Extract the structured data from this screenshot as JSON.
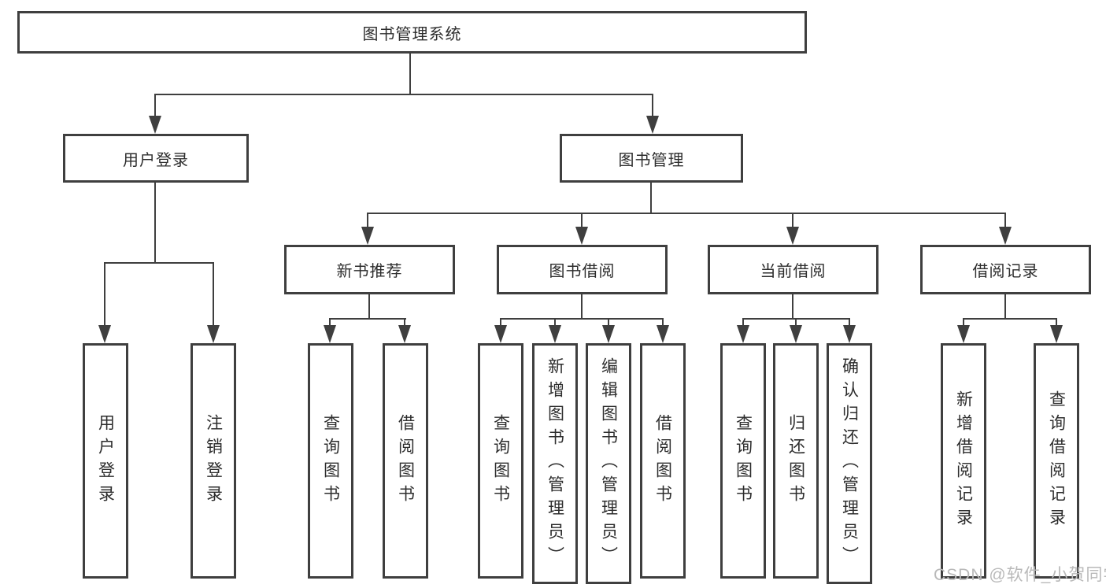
{
  "diagram_type": "tree",
  "colors": {
    "line": "#3f3f3f",
    "border": "#3f3f3f",
    "text": "#2d2d2d",
    "background": "#ffffff",
    "watermark": "#b9b9b9"
  },
  "nodes": {
    "root": {
      "label": "图书管理系统"
    },
    "user_login_group": {
      "label": "用户登录"
    },
    "book_mgmt_group": {
      "label": "图书管理"
    },
    "new_book_rec": {
      "label": "新书推荐"
    },
    "book_borrow": {
      "label": "图书借阅"
    },
    "current_borrow": {
      "label": "当前借阅"
    },
    "borrow_records": {
      "label": "借阅记录"
    },
    "leaf_user_login": {
      "label": "用户登录"
    },
    "leaf_logout": {
      "label": "注销登录"
    },
    "leaf_rec_query": {
      "label": "查询图书"
    },
    "leaf_rec_borrow": {
      "label": "借阅图书"
    },
    "leaf_bb_query": {
      "label": "查询图书"
    },
    "leaf_bb_add": {
      "label": "新增图书（管理员）"
    },
    "leaf_bb_edit": {
      "label": "编辑图书（管理员）"
    },
    "leaf_bb_borrow": {
      "label": "借阅图书"
    },
    "leaf_cb_query": {
      "label": "查询图书"
    },
    "leaf_cb_return": {
      "label": "归还图书"
    },
    "leaf_cb_confirm": {
      "label": "确认归还（管理员）"
    },
    "leaf_br_add": {
      "label": "新增借阅记录"
    },
    "leaf_br_query": {
      "label": "查询借阅记录"
    }
  },
  "edges": [
    [
      "root",
      "user_login_group"
    ],
    [
      "root",
      "book_mgmt_group"
    ],
    [
      "user_login_group",
      "leaf_user_login"
    ],
    [
      "user_login_group",
      "leaf_logout"
    ],
    [
      "book_mgmt_group",
      "new_book_rec"
    ],
    [
      "book_mgmt_group",
      "book_borrow"
    ],
    [
      "book_mgmt_group",
      "current_borrow"
    ],
    [
      "book_mgmt_group",
      "borrow_records"
    ],
    [
      "new_book_rec",
      "leaf_rec_query"
    ],
    [
      "new_book_rec",
      "leaf_rec_borrow"
    ],
    [
      "book_borrow",
      "leaf_bb_query"
    ],
    [
      "book_borrow",
      "leaf_bb_add"
    ],
    [
      "book_borrow",
      "leaf_bb_edit"
    ],
    [
      "book_borrow",
      "leaf_bb_borrow"
    ],
    [
      "current_borrow",
      "leaf_cb_query"
    ],
    [
      "current_borrow",
      "leaf_cb_return"
    ],
    [
      "current_borrow",
      "leaf_cb_confirm"
    ],
    [
      "borrow_records",
      "leaf_br_add"
    ],
    [
      "borrow_records",
      "leaf_br_query"
    ]
  ],
  "watermark": {
    "text": "CSDN @软件_小贺同学"
  }
}
